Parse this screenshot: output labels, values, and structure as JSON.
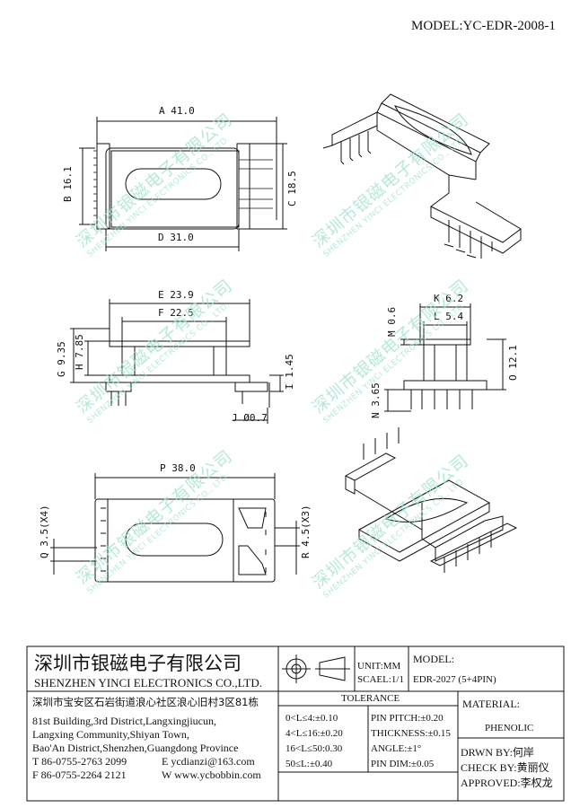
{
  "model_header": "MODEL:YC-EDR-2008-1",
  "dimensions": {
    "a": "A 41.0",
    "b": "B 16.1",
    "c": "C 18.5",
    "d": "D 31.0",
    "e": "E 23.9",
    "f": "F 22.5",
    "g": "G 9.35",
    "h": "H 7.85",
    "i": "I 1.45",
    "j": "J Ø0.7",
    "k": "K 6.2",
    "l": "L 5.4",
    "m": "M 0.6",
    "n": "N 3.65",
    "o": "O 12.1",
    "p": "P 38.0",
    "q": "Q 3.5(X4)",
    "r": "R 4.5(X3)"
  },
  "watermark": {
    "cn": "深圳市银磁电子有限公司",
    "en": "SHENZHEN YINCI ELECTRONICS CO., LTD."
  },
  "title_block": {
    "company_cn": "深圳市银磁电子有限公司",
    "company_en": "SHENZHEN YINCI ELECTRONICS CO.,LTD.",
    "address_cn": "深圳市宝安区石岩街道浪心社区浪心旧村3区81栋",
    "address_en_1": "81st Building,3rd District,Langxingjiucun,",
    "address_en_2": "Langxing Community,Shiyan Town,",
    "address_en_3": "Bao'An District,Shenzhen,Guangdong Province",
    "tel": "T 86-0755-2763 2099",
    "fax": "F 86-0755-2264 2121",
    "email": "E ycdianzi@163.com",
    "web": "W www.ycbobbin.com",
    "unit": "UNIT:MM",
    "scale": "SCAEL:1/1",
    "model_label": "MODEL:",
    "model_value": "EDR-2027 (5+4PIN)",
    "tolerance_label": "TOLERANCE",
    "tol_1": "0<L≤4:±0.10",
    "tol_2": "4<L≤16:±0.20",
    "tol_3": "16<L≤50:0.30",
    "tol_4": "50≤L:±0.40",
    "pin_pitch": "PIN PITCH:±0.20",
    "thickness": "THICKNESS:±0.15",
    "angle": "ANGLE:±1°",
    "pin_dim": "PIN DIM:±0.05",
    "material_label": "MATERIAL:",
    "material_value": "PHENOLIC",
    "drawn": "DRWN BY:何岸",
    "check": "CHECK BY:黄丽仪",
    "approved": "APPROVED:李权龙"
  }
}
